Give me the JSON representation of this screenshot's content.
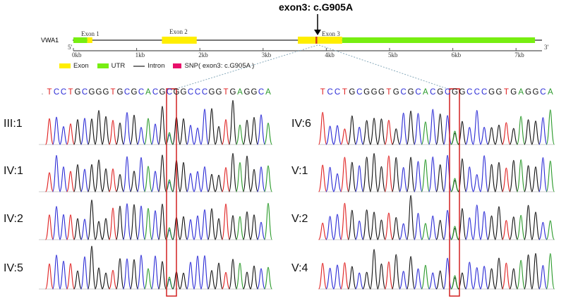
{
  "figure": {
    "mutation_title": "exon3: c.G905A",
    "gene": {
      "name": "VWA1",
      "five_prime": "5'",
      "three_prime": "3'",
      "exon_labels": [
        "Exon 1",
        "Exon 2",
        "Exon 3"
      ],
      "axis_ticks": [
        "0kb",
        "1kb",
        "2kb",
        "3kb",
        "4kb",
        "5kb",
        "6kb",
        "7kb"
      ],
      "axis_range_kb": [
        0,
        7.3
      ],
      "features_kb": {
        "utr5": [
          0,
          0.22
        ],
        "exon1": [
          0.22,
          0.3
        ],
        "exon2": [
          1.4,
          1.95
        ],
        "exon3": [
          3.55,
          4.25
        ],
        "utr3": [
          4.25,
          7.3
        ],
        "snp": 3.84
      }
    },
    "legend": [
      {
        "label": "Exon",
        "color": "#ffee00"
      },
      {
        "label": "UTR",
        "color": "#77ee11"
      },
      {
        "label": "Intron",
        "color": "#777777"
      },
      {
        "label": "SNP( exon3: c.G905A )",
        "color": "#e8106a"
      }
    ],
    "base_colors": {
      "A": "#2a9a2a",
      "C": "#2b2bd6",
      "G": "#111111",
      "T": "#e02020"
    },
    "left_panel": {
      "sequence": ".TCCTGCGGGTGCGCACGCGGCCCGGTGAGGCA",
      "samples": [
        "III:1",
        "IV:1",
        "IV:2",
        "IV:5"
      ]
    },
    "right_panel": {
      "sequence": "TCCTGCGGGTGCGCACGCGGCCCGGTGAGGCA",
      "samples": [
        "IV:6",
        "V:1",
        "V:2",
        "V:4"
      ]
    },
    "highlight_color": "#d22020"
  }
}
